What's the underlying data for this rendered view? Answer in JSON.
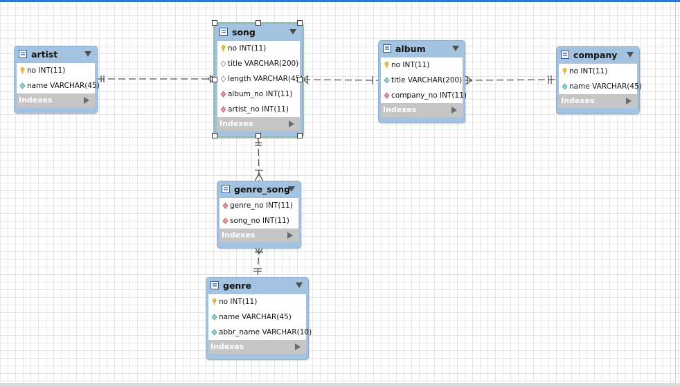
{
  "colors": {
    "accent": "#2b78d6",
    "header": "#a4c3e0",
    "footer": "#c6c6c6",
    "line": "#555555"
  },
  "icons": {
    "pk": "key-icon",
    "column": "diamond-icon",
    "fk": "fk-diamond-icon",
    "table": "table-icon"
  },
  "tables": {
    "artist": {
      "name": "artist",
      "columns": [
        {
          "text": "no INT(11)",
          "kind": "pk"
        },
        {
          "text": "name VARCHAR(45)",
          "kind": "column"
        }
      ],
      "indexes_label": "Indexes"
    },
    "song": {
      "name": "song",
      "columns": [
        {
          "text": "no INT(11)",
          "kind": "pk"
        },
        {
          "text": "title VARCHAR(200)",
          "kind": "nullable"
        },
        {
          "text": "length VARCHAR(45)",
          "kind": "nullable"
        },
        {
          "text": "album_no INT(11)",
          "kind": "fk"
        },
        {
          "text": "artist_no INT(11)",
          "kind": "fk"
        }
      ],
      "indexes_label": "Indexes"
    },
    "album": {
      "name": "album",
      "columns": [
        {
          "text": "no INT(11)",
          "kind": "pk"
        },
        {
          "text": "title VARCHAR(200)",
          "kind": "column"
        },
        {
          "text": "company_no INT(11)",
          "kind": "fk"
        }
      ],
      "indexes_label": "Indexes"
    },
    "company": {
      "name": "company",
      "columns": [
        {
          "text": "no INT(11)",
          "kind": "pk"
        },
        {
          "text": "name VARCHAR(45)",
          "kind": "column"
        }
      ],
      "indexes_label": "Indexes"
    },
    "genre_song": {
      "name": "genre_song",
      "columns": [
        {
          "text": "genre_no INT(11)",
          "kind": "fk"
        },
        {
          "text": "song_no INT(11)",
          "kind": "fk"
        }
      ],
      "indexes_label": "Indexes"
    },
    "genre": {
      "name": "genre",
      "columns": [
        {
          "text": "no INT(11)",
          "kind": "pk"
        },
        {
          "text": "name VARCHAR(45)",
          "kind": "column"
        },
        {
          "text": "abbr_name VARCHAR(10)",
          "kind": "column"
        }
      ],
      "indexes_label": "Indexes"
    }
  }
}
